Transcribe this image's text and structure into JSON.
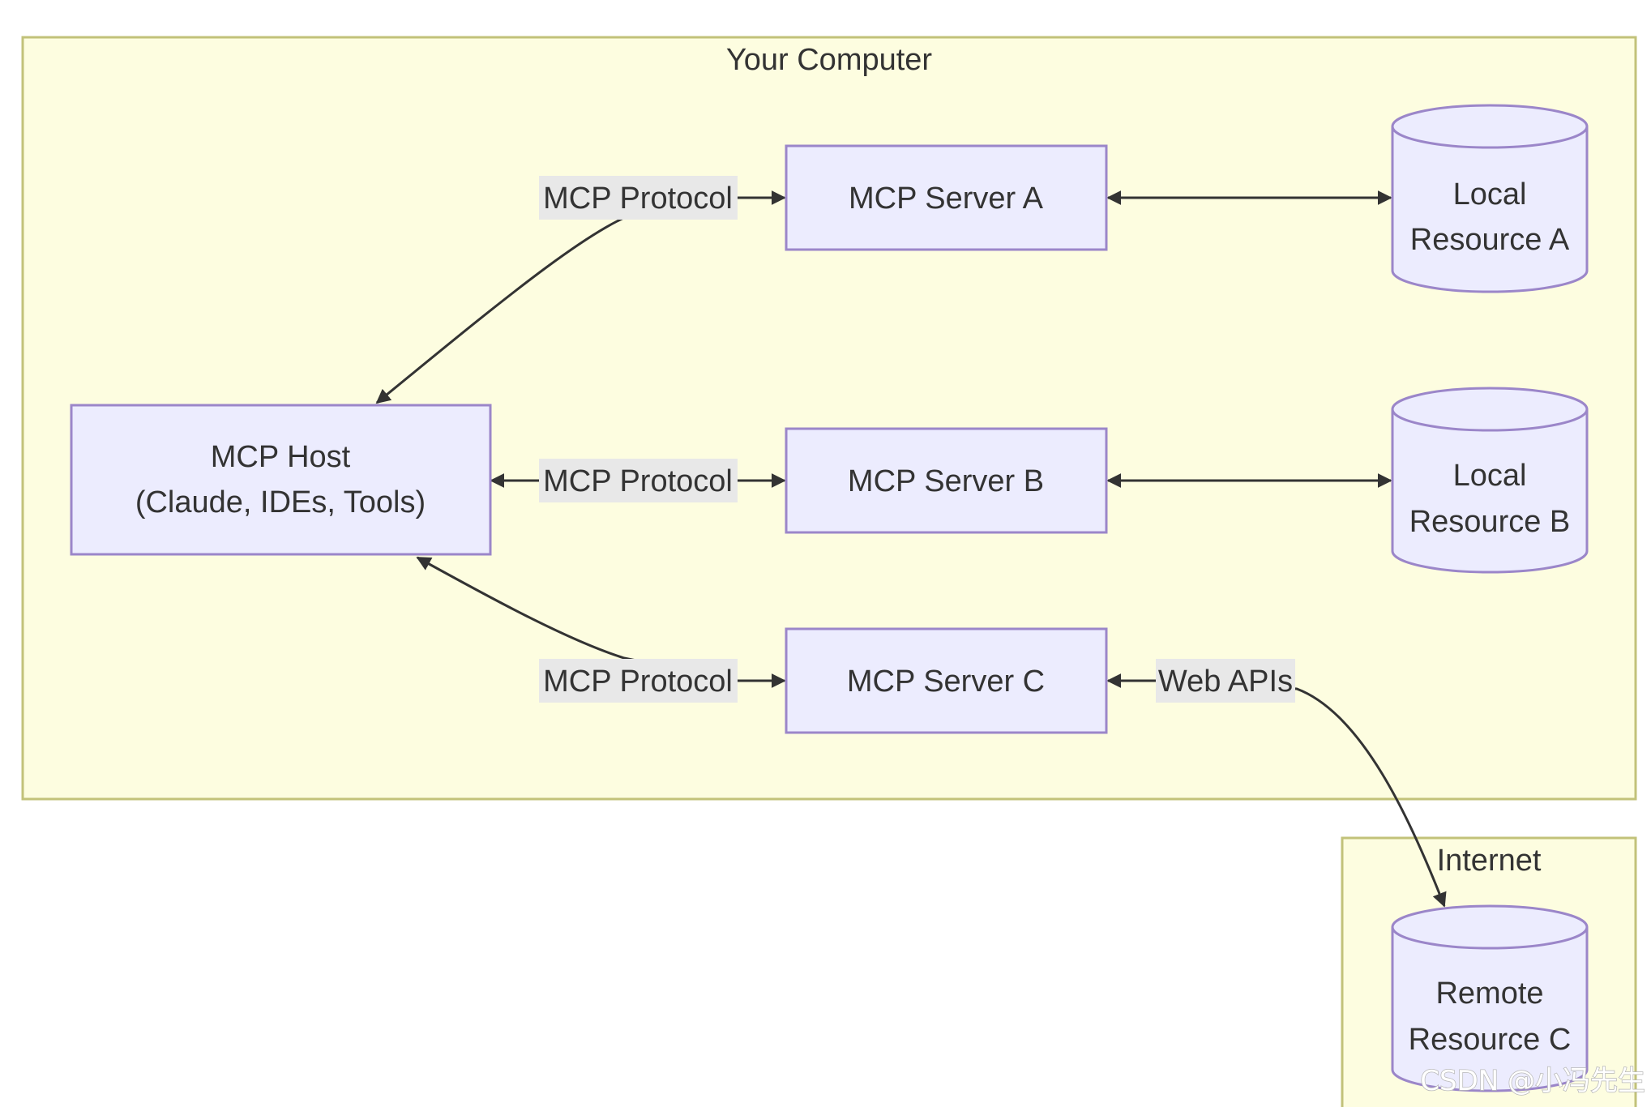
{
  "clusters": {
    "computer": {
      "title": "Your Computer"
    },
    "internet": {
      "title": "Internet"
    }
  },
  "nodes": {
    "host": {
      "line1": "MCP Host",
      "line2": "(Claude, IDEs, Tools)"
    },
    "server_a": {
      "label": "MCP Server A"
    },
    "server_b": {
      "label": "MCP Server B"
    },
    "server_c": {
      "label": "MCP Server C"
    },
    "resource_a": {
      "line1": "Local",
      "line2": "Resource A"
    },
    "resource_b": {
      "line1": "Local",
      "line2": "Resource B"
    },
    "resource_c": {
      "line1": "Remote",
      "line2": "Resource C"
    }
  },
  "edges": {
    "host_a": {
      "label": "MCP Protocol"
    },
    "host_b": {
      "label": "MCP Protocol"
    },
    "host_c": {
      "label": "MCP Protocol"
    },
    "c_remote": {
      "label": "Web APIs"
    }
  },
  "watermark": "CSDN @小冯先生",
  "colors": {
    "cluster_fill": "#fdfde0",
    "cluster_stroke": "#c2c27a",
    "node_fill": "#ececfe",
    "node_stroke": "#9b86c9",
    "edge": "#333333",
    "edge_label_bg": "#e8e8e8"
  }
}
